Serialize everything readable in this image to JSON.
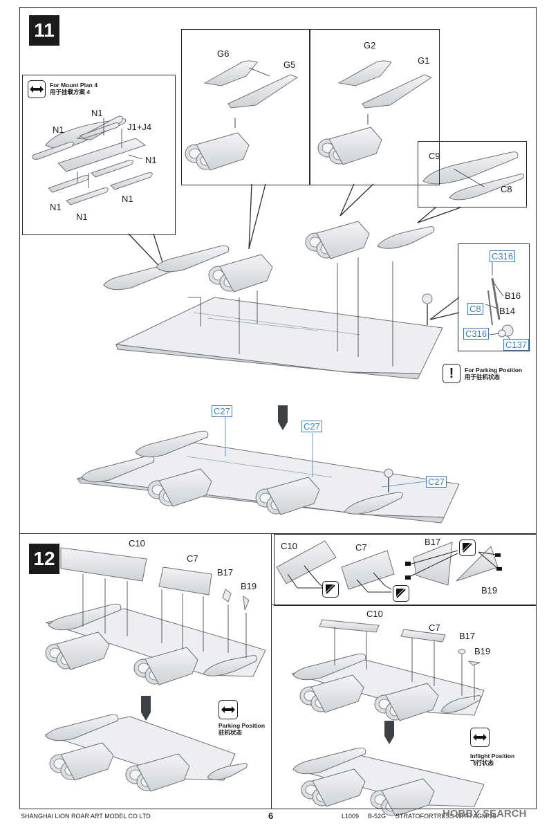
{
  "step11": {
    "number": "11",
    "mount_plan_note": {
      "title": "For Mount Plan 4",
      "subtitle": "用于挂载方案 4"
    },
    "mount_labels": [
      "N1",
      "N1",
      "J1+J4",
      "N1",
      "N1",
      "N1",
      "N1"
    ],
    "engine_left_labels": [
      "G6",
      "G5"
    ],
    "engine_right_labels": [
      "G2",
      "G1"
    ],
    "tank_labels": [
      "C9",
      "C8"
    ],
    "gear_refs": [
      "C316",
      "C8",
      "C316",
      "C137"
    ],
    "gear_labels": [
      "B16",
      "B14"
    ],
    "parking_note": {
      "title": "For Parking Position",
      "subtitle": "用于驻机状态"
    },
    "result_refs": [
      "C27",
      "C27",
      "C27"
    ]
  },
  "step12": {
    "number": "12",
    "labels": [
      "C10",
      "C7",
      "B17",
      "B19"
    ],
    "detail_labels": [
      "C10",
      "C7",
      "B17",
      "B19"
    ],
    "inflight_labels": [
      "C10",
      "C7",
      "B17",
      "B19"
    ],
    "parking_note": {
      "title": "Parking Position",
      "subtitle": "驻机状态"
    },
    "inflight_note": {
      "title": "Inflight Position",
      "subtitle": "飞行状态"
    }
  },
  "footer": {
    "company": "SHANGHAI LION ROAR ART MODEL CO LTD",
    "page_number": "6",
    "code": "L1009",
    "model": "B-52G",
    "name": "STRATOFORTRESS WITH AGM-28"
  },
  "watermark": "HOBBY SEARCH",
  "colors": {
    "ink": "#1a1a1a",
    "callout_blue": "#3f7fc0",
    "part_fill": "#e9ebee",
    "part_stroke": "#6d7075"
  }
}
